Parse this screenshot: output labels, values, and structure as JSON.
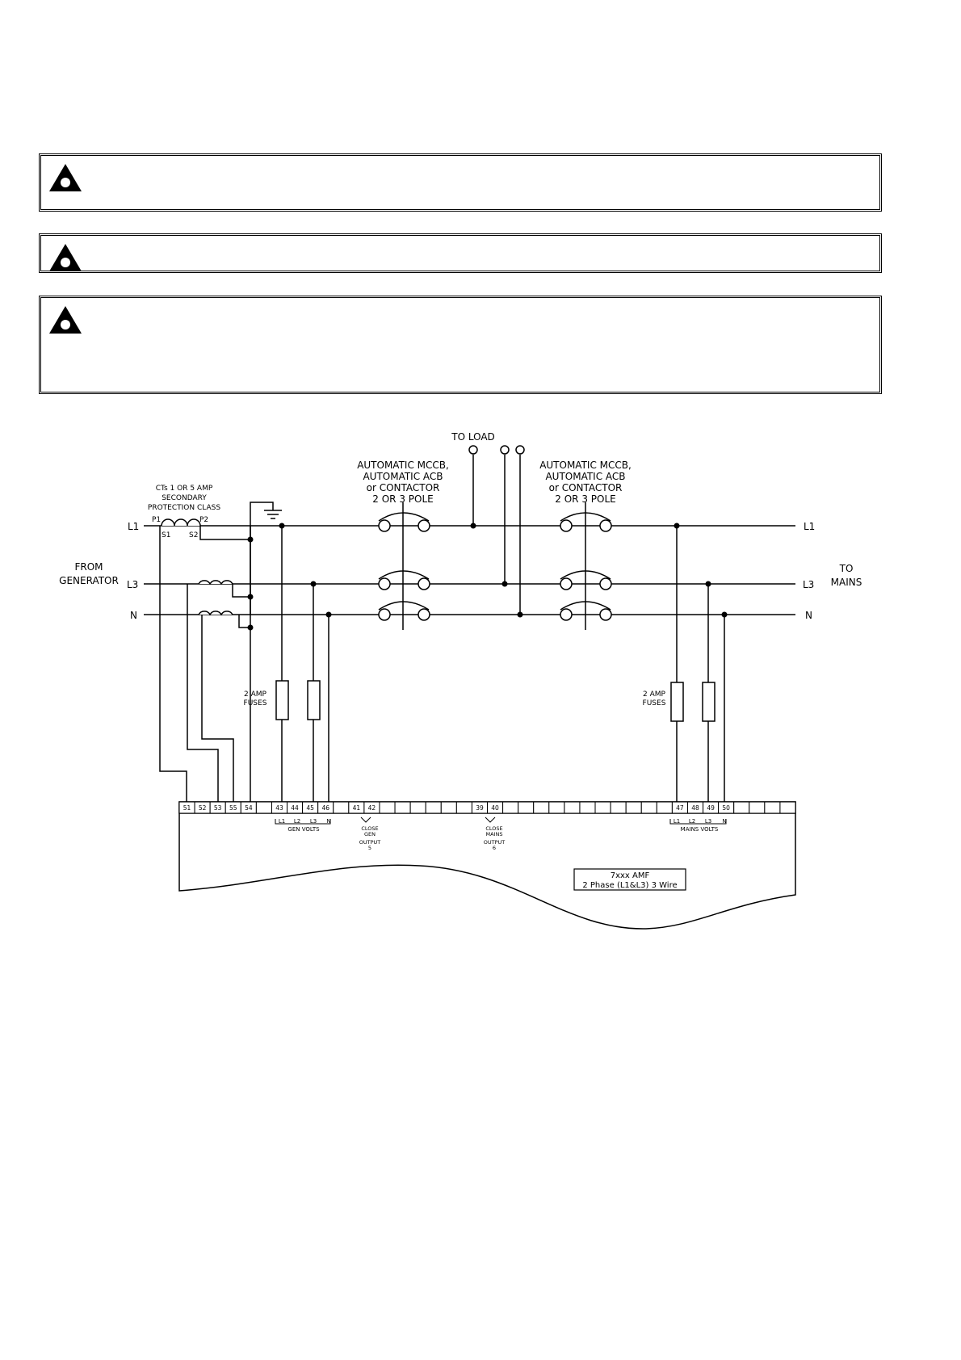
{
  "labels": {
    "to_load": "TO LOAD",
    "breaker_left": [
      "AUTOMATIC MCCB,",
      "AUTOMATIC ACB",
      "or  CONTACTOR",
      "2  OR  3  POLE"
    ],
    "breaker_right": [
      "AUTOMATIC MCCB,",
      "AUTOMATIC ACB",
      "or  CONTACTOR",
      "2  OR  3  POLE"
    ],
    "ct_note": [
      "CTs  1  OR  5  AMP",
      "SECONDARY",
      "PROTECTION  CLASS"
    ],
    "ct_p1": "P1",
    "ct_p2": "P2",
    "ct_s1": "S1",
    "ct_s2": "S2",
    "from_generator": [
      "FROM",
      "GENERATOR"
    ],
    "to_mains": [
      "TO",
      "MAINS"
    ],
    "line_l1": "L1",
    "line_l3": "L3",
    "line_n": "N",
    "fuses_left": [
      "2  AMP",
      "FUSES"
    ],
    "fuses_right": [
      "2  AMP",
      "FUSES"
    ],
    "gen_volts": "GEN  VOLTS",
    "mains_volts": "MAINS  VOLTS",
    "volts_phase_labels": [
      "L1",
      "L2",
      "L3",
      "N"
    ],
    "close_gen": [
      "CLOSE",
      "GEN",
      "OUTPUT",
      "5"
    ],
    "close_mains": [
      "CLOSE",
      "MAINS",
      "OUTPUT",
      "6"
    ],
    "module_title": "7xxx  AMF",
    "module_subtitle": "2 Phase (L1&L3) 3 Wire"
  },
  "terminals": {
    "left_group": [
      "51",
      "52",
      "53",
      "55",
      "54",
      "",
      "43",
      "44",
      "45",
      "46",
      "",
      "41",
      "42"
    ],
    "middle_group": [
      "39",
      "40"
    ],
    "right_group": [
      "47",
      "48",
      "49",
      "50"
    ]
  }
}
